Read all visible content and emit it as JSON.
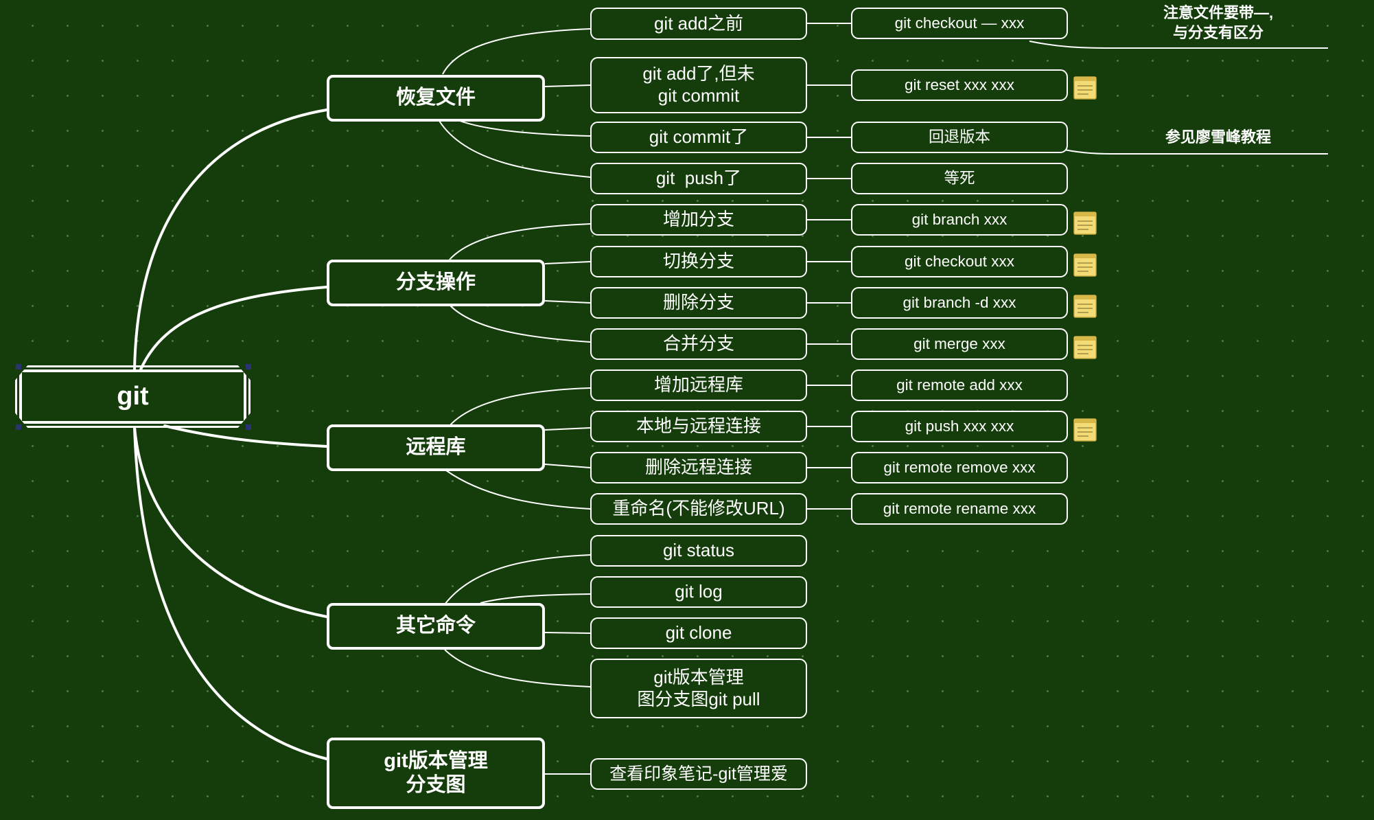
{
  "root": {
    "label": "git"
  },
  "branches": [
    {
      "label": "恢复文件"
    },
    {
      "label": "分支操作"
    },
    {
      "label": "远程库"
    },
    {
      "label": "其它命令"
    },
    {
      "label": "git版本管理\n分支图"
    }
  ],
  "restore": [
    {
      "label": "git add之前",
      "command": "git checkout — xxx",
      "has_note": false
    },
    {
      "label": "git add了,但未\ngit commit",
      "command": "git reset xxx xxx",
      "has_note": true
    },
    {
      "label": "git commit了",
      "command": "回退版本",
      "has_note": false
    },
    {
      "label": "git  push了",
      "command": "等死",
      "has_note": false
    }
  ],
  "branch_ops": [
    {
      "label": "增加分支",
      "command": "git branch xxx",
      "has_note": true
    },
    {
      "label": "切换分支",
      "command": "git checkout xxx",
      "has_note": true
    },
    {
      "label": "删除分支",
      "command": "git branch -d xxx",
      "has_note": true
    },
    {
      "label": "合并分支",
      "command": "git merge xxx",
      "has_note": true
    }
  ],
  "remote": [
    {
      "label": "增加远程库",
      "command": "git remote add xxx",
      "has_note": false
    },
    {
      "label": "本地与远程连接",
      "command": "git push xxx xxx",
      "has_note": true
    },
    {
      "label": "删除远程连接",
      "command": "git remote remove xxx",
      "has_note": false
    },
    {
      "label": "重命名(不能修改URL)",
      "command": "git remote rename xxx",
      "has_note": false
    }
  ],
  "other": [
    {
      "label": "git status"
    },
    {
      "label": "git log"
    },
    {
      "label": "git clone"
    },
    {
      "label": "git版本管理\n图分支图git pull"
    }
  ],
  "graph": [
    {
      "label": "查看印象笔记-git管理爱"
    }
  ],
  "annotations": {
    "checkout_note": "注意文件要带—,\n与分支有区分",
    "rollback_note": "参见廖雪峰教程"
  },
  "icons": {
    "note": "sticky-note-icon"
  },
  "colors": {
    "background": "#153d0b",
    "line": "#ffffff",
    "note_fill": "#f3dc78",
    "note_border": "#c9a93a"
  }
}
